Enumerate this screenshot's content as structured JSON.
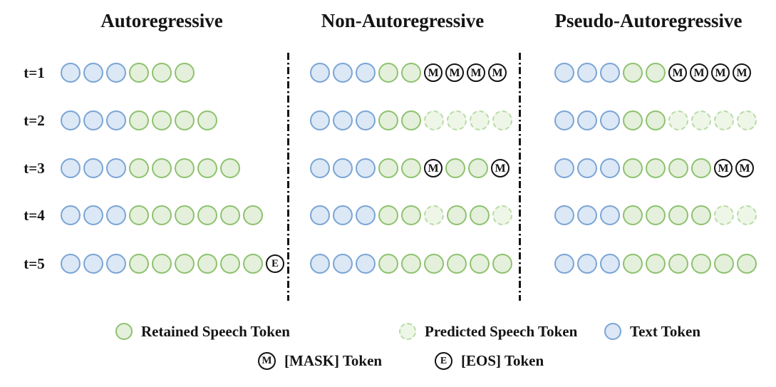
{
  "titles": [
    "Autoregressive",
    "Non-Autoregressive",
    "Pseudo-Autoregressive"
  ],
  "rows": [
    {
      "label": "t=1",
      "ar": [
        "text",
        "text",
        "text",
        "retained",
        "retained",
        "retained"
      ],
      "nar": [
        "text",
        "text",
        "text",
        "retained",
        "retained",
        "mask",
        "mask",
        "mask",
        "mask"
      ],
      "par": [
        "text",
        "text",
        "text",
        "retained",
        "retained",
        "mask",
        "mask",
        "mask",
        "mask"
      ]
    },
    {
      "label": "t=2",
      "ar": [
        "text",
        "text",
        "text",
        "retained",
        "retained",
        "retained",
        "retained"
      ],
      "nar": [
        "text",
        "text",
        "text",
        "retained",
        "retained",
        "predicted",
        "predicted",
        "predicted",
        "predicted"
      ],
      "par": [
        "text",
        "text",
        "text",
        "retained",
        "retained",
        "predicted",
        "predicted",
        "predicted",
        "predicted"
      ]
    },
    {
      "label": "t=3",
      "ar": [
        "text",
        "text",
        "text",
        "retained",
        "retained",
        "retained",
        "retained",
        "retained"
      ],
      "nar": [
        "text",
        "text",
        "text",
        "retained",
        "retained",
        "mask",
        "retained",
        "retained",
        "mask"
      ],
      "par": [
        "text",
        "text",
        "text",
        "retained",
        "retained",
        "retained",
        "retained",
        "mask",
        "mask"
      ]
    },
    {
      "label": "t=4",
      "ar": [
        "text",
        "text",
        "text",
        "retained",
        "retained",
        "retained",
        "retained",
        "retained",
        "retained"
      ],
      "nar": [
        "text",
        "text",
        "text",
        "retained",
        "retained",
        "predicted",
        "retained",
        "retained",
        "predicted"
      ],
      "par": [
        "text",
        "text",
        "text",
        "retained",
        "retained",
        "retained",
        "retained",
        "predicted",
        "predicted"
      ]
    },
    {
      "label": "t=5",
      "ar": [
        "text",
        "text",
        "text",
        "retained",
        "retained",
        "retained",
        "retained",
        "retained",
        "retained",
        "eos"
      ],
      "nar": [
        "text",
        "text",
        "text",
        "retained",
        "retained",
        "retained",
        "retained",
        "retained",
        "retained"
      ],
      "par": [
        "text",
        "text",
        "text",
        "retained",
        "retained",
        "retained",
        "retained",
        "retained",
        "retained"
      ]
    }
  ],
  "token_glyphs": {
    "mask": "M",
    "eos": "E"
  },
  "legend": {
    "row1": [
      {
        "icon": "retained",
        "label": "Retained Speech Token"
      },
      {
        "icon": "predicted",
        "label": "Predicted Speech Token"
      },
      {
        "icon": "text",
        "label": "Text Token"
      }
    ],
    "row2": [
      {
        "icon": "mask",
        "label": "[MASK] Token"
      },
      {
        "icon": "eos",
        "label": "[EOS] Token"
      }
    ]
  },
  "colors": {
    "text_border": "#7aa5d6",
    "text_fill": "#dce8f5",
    "retained_border": "#8ec26f",
    "retained_fill": "#e4f0db",
    "predicted_border": "#b8dba4",
    "predicted_fill": "#eef6e8",
    "ink": "#141414"
  }
}
